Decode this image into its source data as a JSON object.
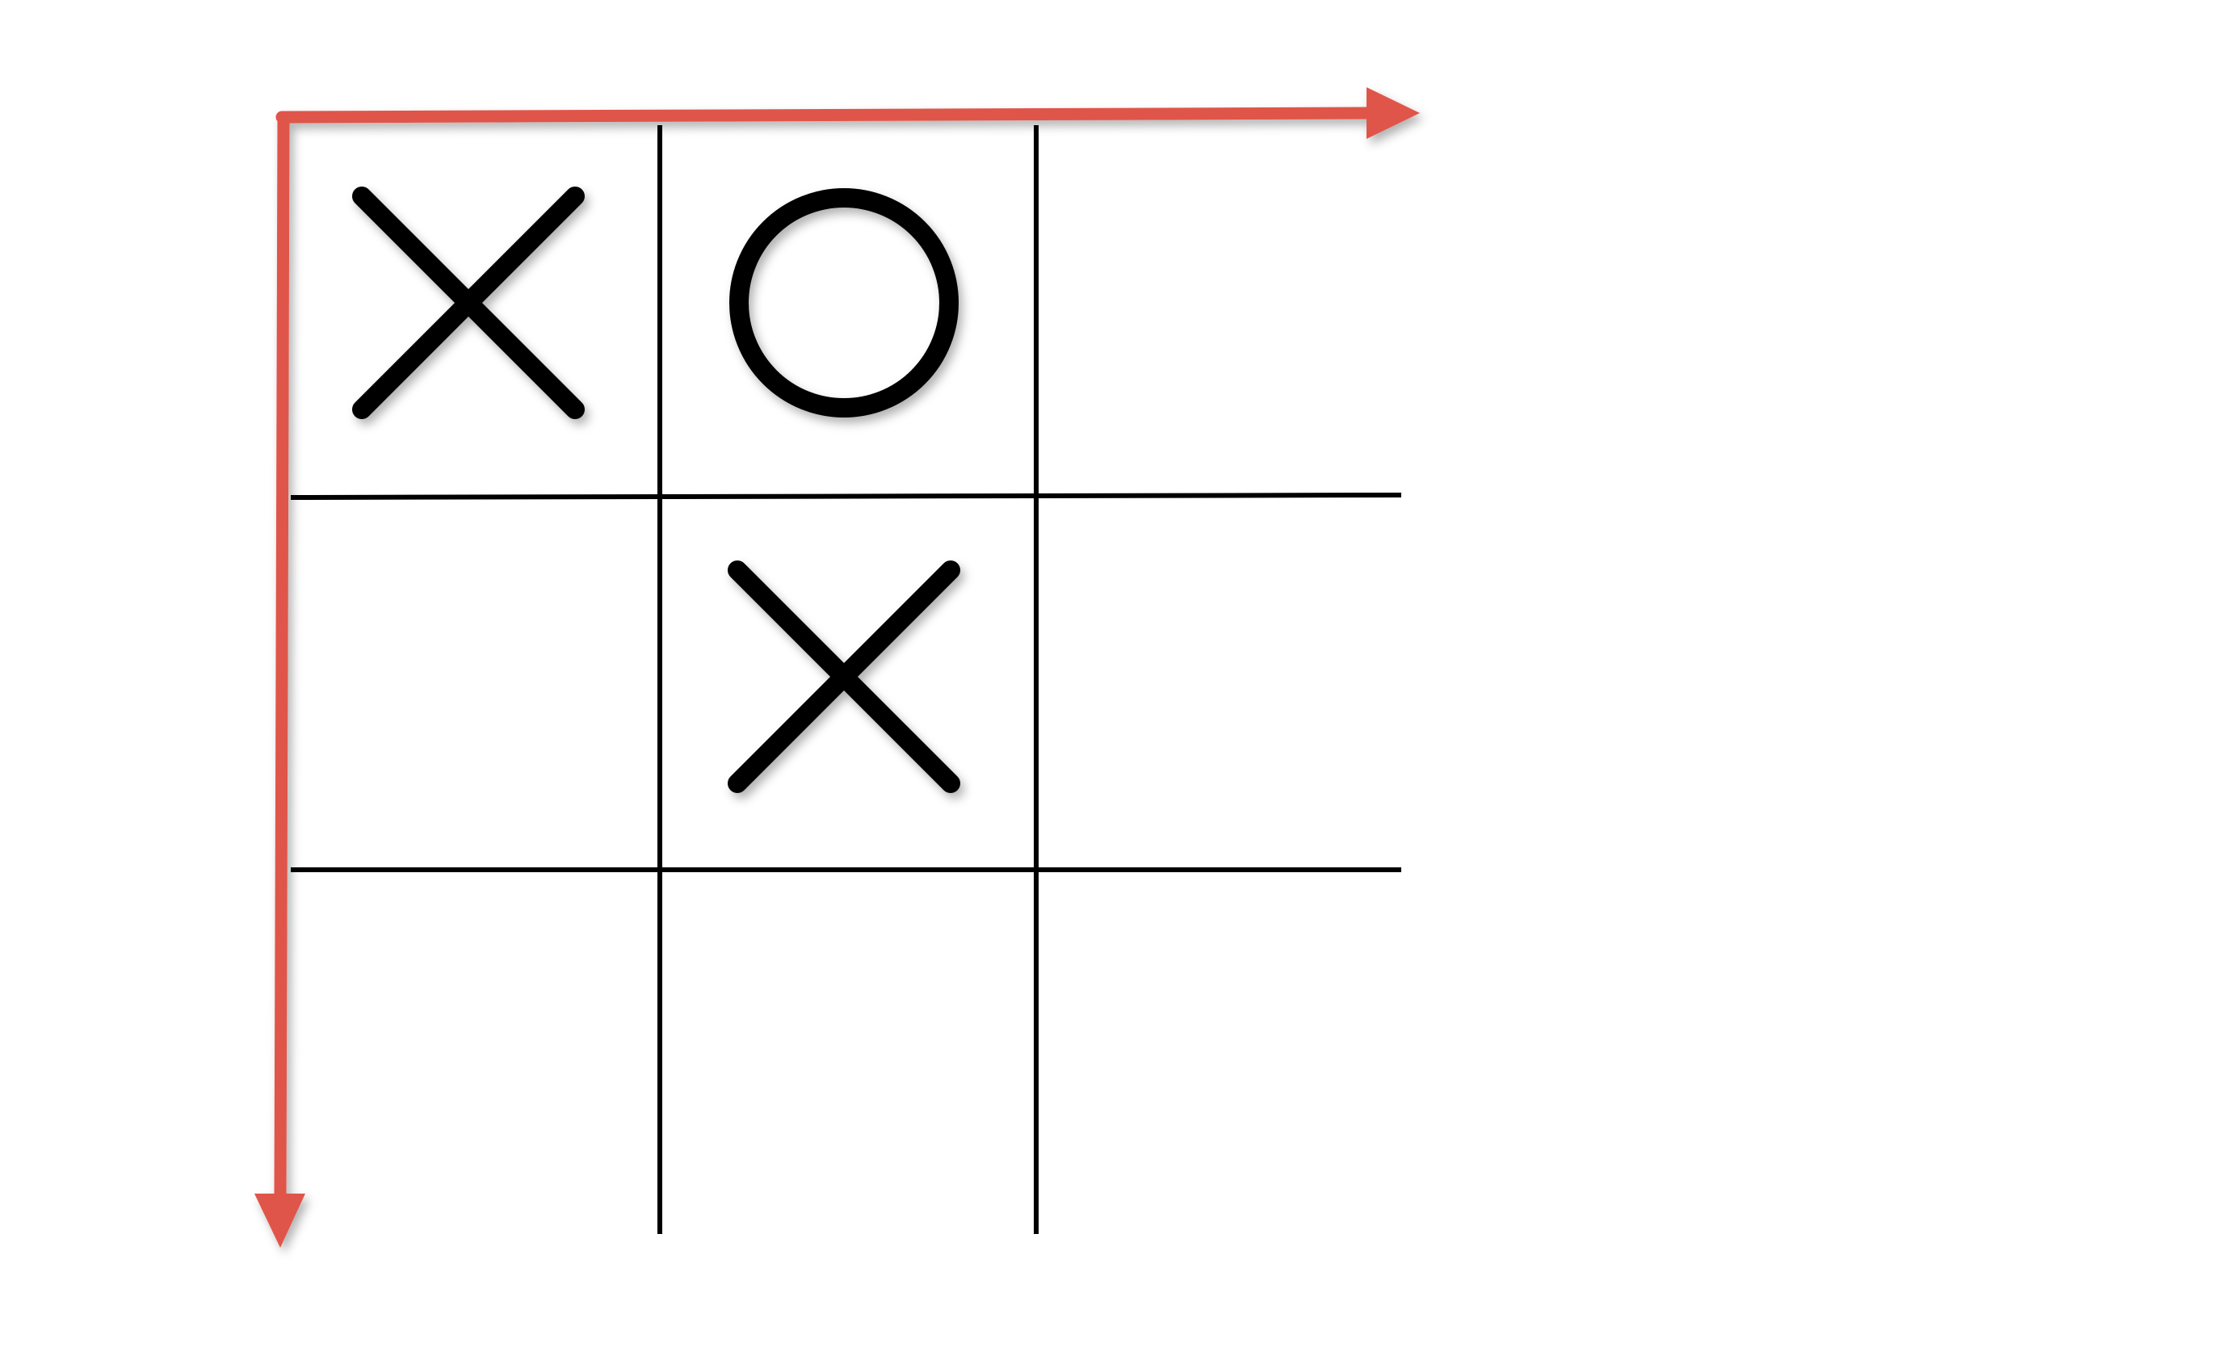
{
  "board": {
    "rows": 3,
    "cols": 3,
    "cells": [
      [
        "X",
        "O",
        ""
      ],
      [
        "",
        "X",
        ""
      ],
      [
        "",
        "",
        ""
      ]
    ]
  },
  "axes": {
    "color": "#e0554a",
    "x_direction": "right",
    "y_direction": "down"
  },
  "colors": {
    "grid": "#000000",
    "marks": "#000000",
    "background": "#ffffff"
  }
}
